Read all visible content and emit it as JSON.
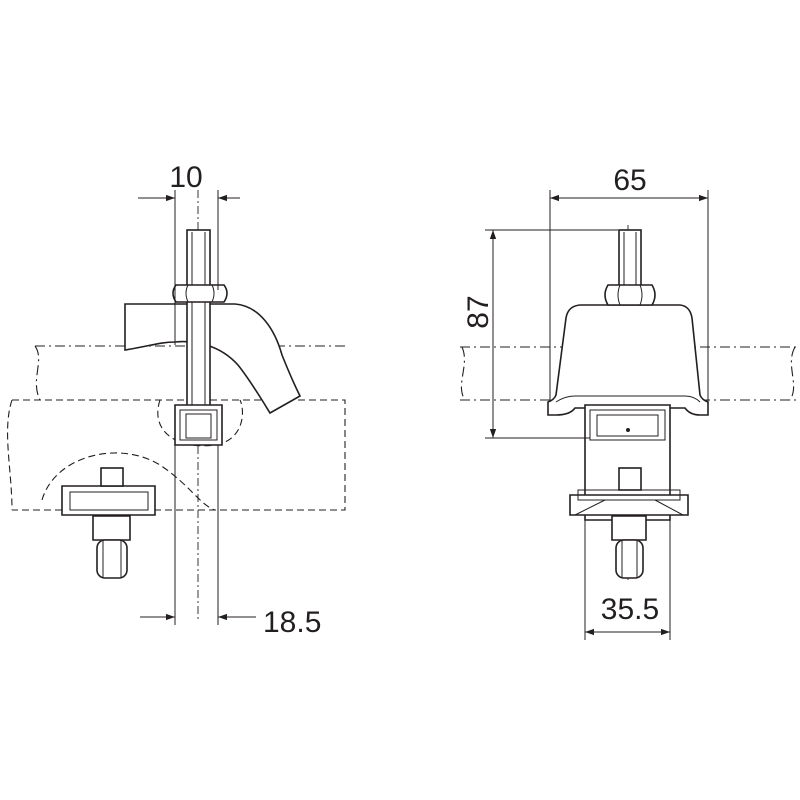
{
  "drawing": {
    "side_view": {
      "dim_rod_width": "10",
      "dim_channel_width": "18.5"
    },
    "front_view": {
      "dim_saddle_width": "65",
      "dim_height": "87",
      "dim_channel_width": "35.5"
    },
    "colors": {
      "line": "#231f20",
      "background": "#ffffff"
    }
  }
}
